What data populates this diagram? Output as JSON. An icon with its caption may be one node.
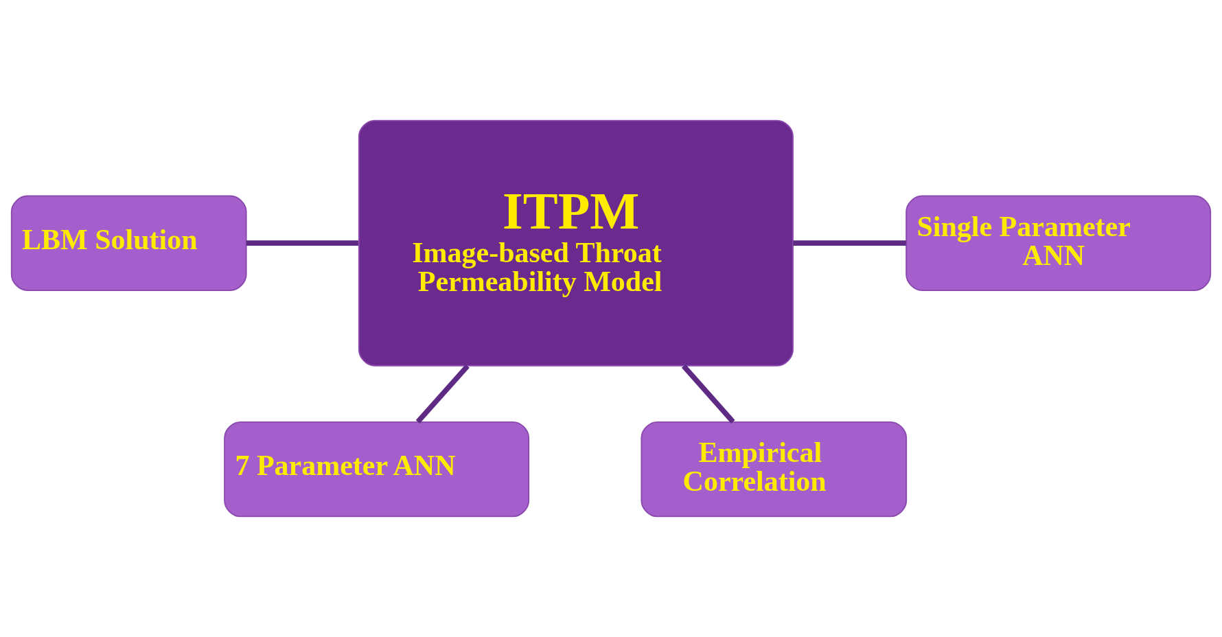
{
  "diagram": {
    "nodes": [
      {
        "text": [
          "7 Parameter ANN"
        ]
      },
      {
        "text": [
          "LBM Solution"
        ]
      },
      {
        "text": [
          "ITPM",
          "Image-based Throat Permeability Model"
        ]
      },
      {
        "text": [
          "Single Parameter ANN"
        ]
      },
      {
        "text": [
          "Empirical Correlation"
        ]
      }
    ],
    "edges": [
      {
        "from": 2,
        "to": 0,
        "arrow": "none"
      },
      {
        "from": 1,
        "to": 2,
        "arrow": "none"
      },
      {
        "from": 2,
        "to": 3,
        "arrow": "none"
      },
      {
        "from": 2,
        "to": 4,
        "arrow": "none"
      }
    ]
  }
}
